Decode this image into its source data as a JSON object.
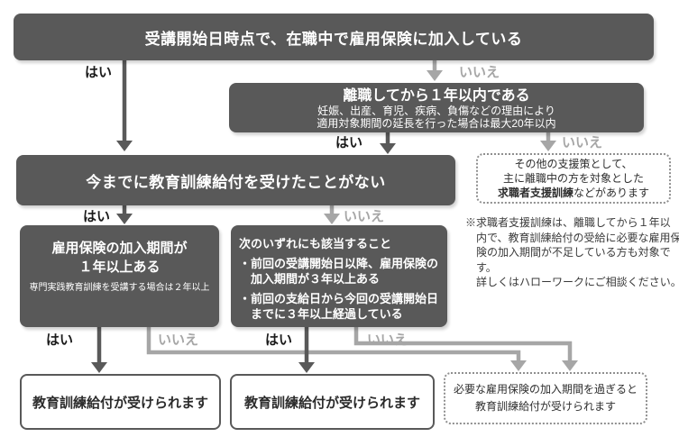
{
  "labels": {
    "yes": "はい",
    "no": "いいえ"
  },
  "colors": {
    "dark_gray": "#595959",
    "light_gray": "#a6a6a6"
  },
  "boxes": {
    "q1": {
      "title": "受講開始日時点で、在職中で雇用保険に加入している"
    },
    "q2": {
      "title": "離職してから１年以内である",
      "sub1": "妊娠、出産、育児、疾病、負傷などの理由により",
      "sub2": "適用対象期間の延長を行った場合は最大20年以内"
    },
    "q3": {
      "title": "今までに教育訓練給付を受けたことがない"
    },
    "q4": {
      "title_line1": "雇用保険の加入期間が",
      "title_line2": "１年以上ある",
      "sub": "専門実践教育訓練を受講する場合は２年以上"
    },
    "q5": {
      "title": "次のいずれにも該当すること",
      "item1_line1": "・前回の受講開始日以降、雇用保険の",
      "item1_line2": "加入期間が３年以上ある",
      "item2_line1": "・前回の支給日から今回の受講開始日",
      "item2_line2": "までに３年以上経過している"
    },
    "alt_support": {
      "line1": "その他の支援策として、",
      "line2": "主に離職中の方を対象とした",
      "line3_bold": "求職者支援訓練",
      "line3_rest": "などがあります"
    },
    "note": {
      "line1": "※求職者支援訓練は、離職してから１年以",
      "line2": "内で、教育訓練給付の受給に必要な雇用保",
      "line3": "険の加入期間が不足している方も対象です。",
      "line4": "詳しくはハローワークにご相談ください。"
    },
    "result_left": {
      "title": "教育訓練給付が受けられます"
    },
    "result_middle": {
      "title": "教育訓練給付が受けられます"
    },
    "result_right": {
      "line1": "必要な雇用保険の加入期間を過ぎると",
      "line2": "教育訓練給付が受けられます"
    }
  }
}
